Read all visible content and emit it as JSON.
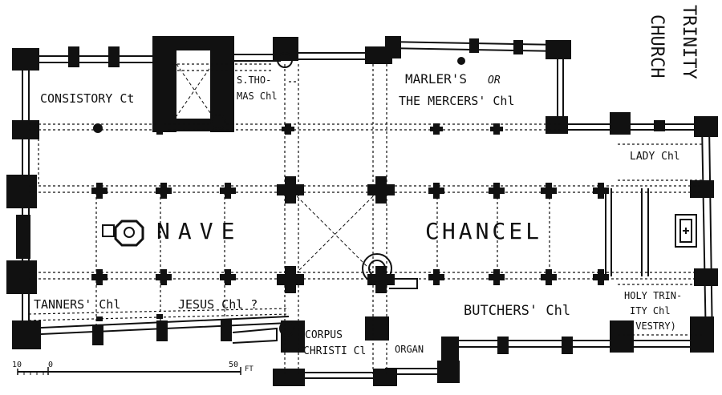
{
  "title": {
    "line1": "TRINITY",
    "line2": "CHURCH"
  },
  "labels": {
    "consistory": "CONSISTORY Ct",
    "st_thomas_1": "S.THO-",
    "st_thomas_2": "MAS Chl",
    "marler_1": "MARLER'S",
    "marler_or": "OR",
    "marler_2": "THE MERCERS' Chl",
    "lady": "LADY Chl",
    "nave": "NAVE",
    "chancel": "CHANCEL",
    "tanners": "TANNERS' Chl",
    "jesus": "JESUS Chl ?",
    "corpus_1": "CORPUS",
    "corpus_2": "CHRISTI Cl",
    "organ": "ORGAN",
    "butchers": "BUTCHERS' Chl",
    "holy_1": "HOLY TRIN-",
    "holy_2": "ITY Chl",
    "holy_3": "(VESTRY)"
  },
  "scale": {
    "left": "10",
    "zero": "0",
    "right": "50",
    "unit": "FT"
  }
}
